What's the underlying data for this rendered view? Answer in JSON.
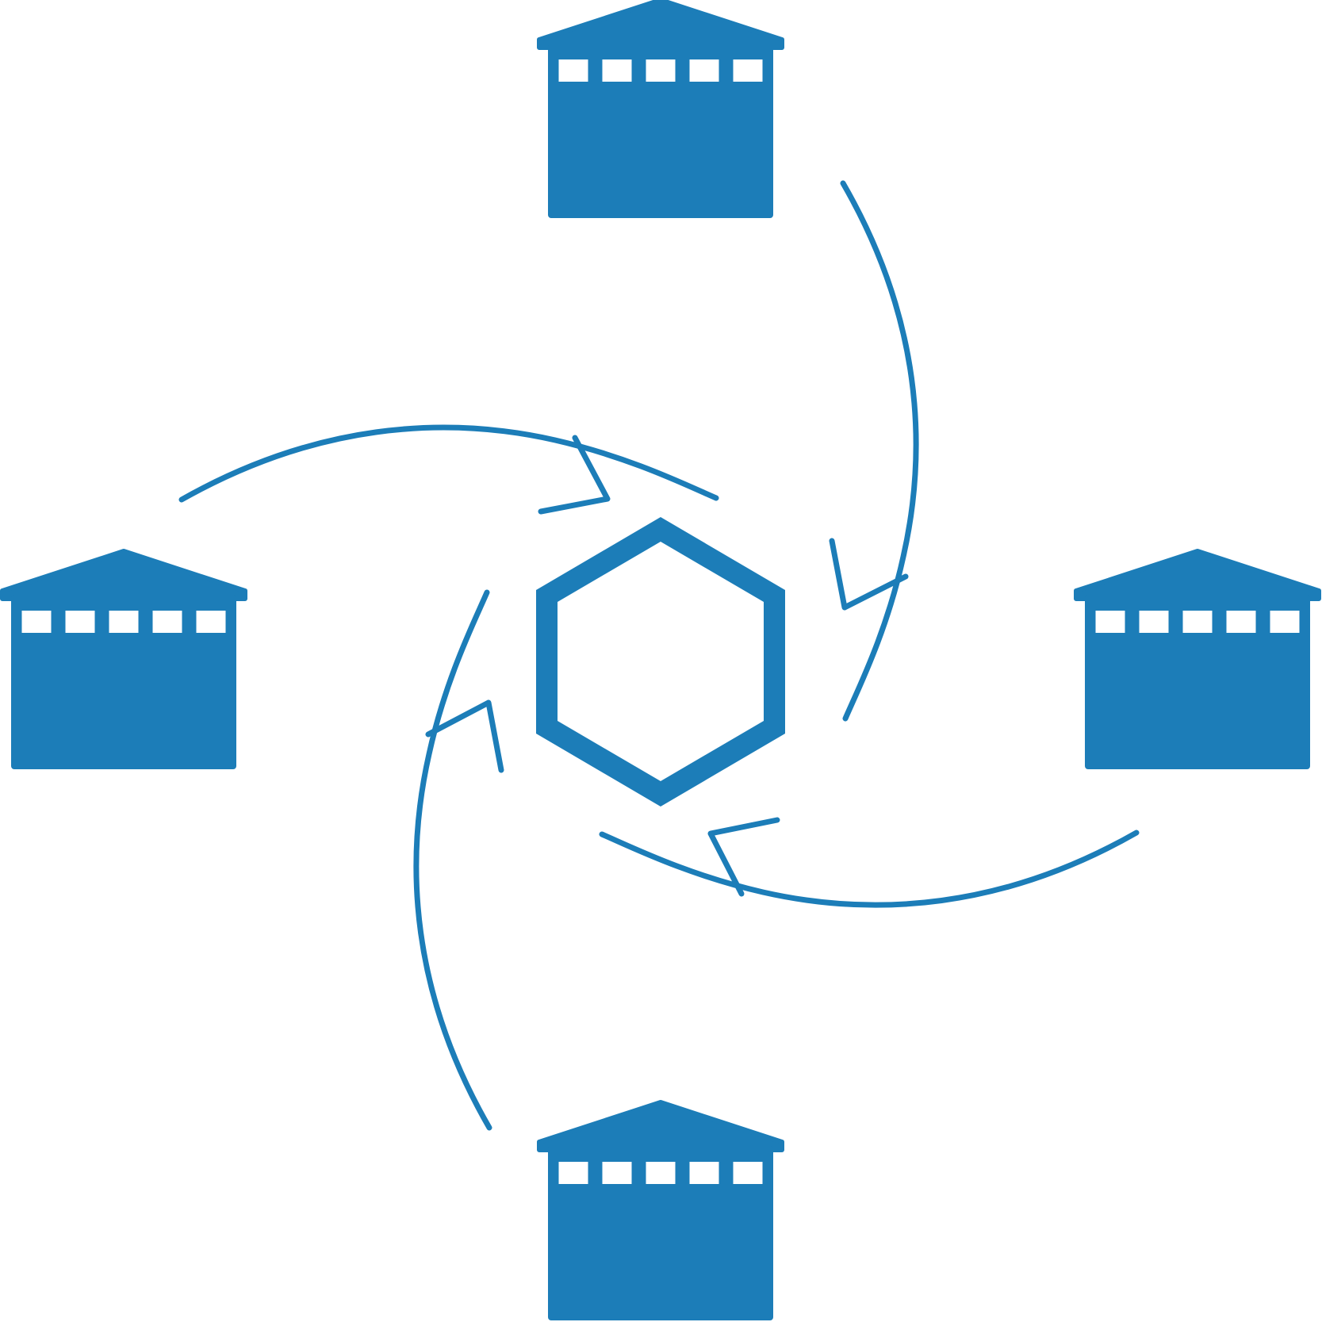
{
  "diagram": {
    "colors": {
      "primary": "#1c7db8",
      "background": "#ffffff",
      "window": "#ffffff"
    },
    "hub": {
      "icon": "hexagon-icon"
    },
    "warehouses": [
      {
        "id": "north",
        "icon": "warehouse-icon",
        "window_count": 5
      },
      {
        "id": "east",
        "icon": "warehouse-icon",
        "window_count": 5
      },
      {
        "id": "south",
        "icon": "warehouse-icon",
        "window_count": 5
      },
      {
        "id": "west",
        "icon": "warehouse-icon",
        "window_count": 5
      }
    ],
    "arrows": [
      {
        "from": "north",
        "to": "hub-east-side",
        "icon": "curved-arrow-icon"
      },
      {
        "from": "east",
        "to": "hub-south-side",
        "icon": "curved-arrow-icon"
      },
      {
        "from": "south",
        "to": "hub-west-side",
        "icon": "curved-arrow-icon"
      },
      {
        "from": "west",
        "to": "hub-north-side",
        "icon": "curved-arrow-icon"
      }
    ]
  }
}
